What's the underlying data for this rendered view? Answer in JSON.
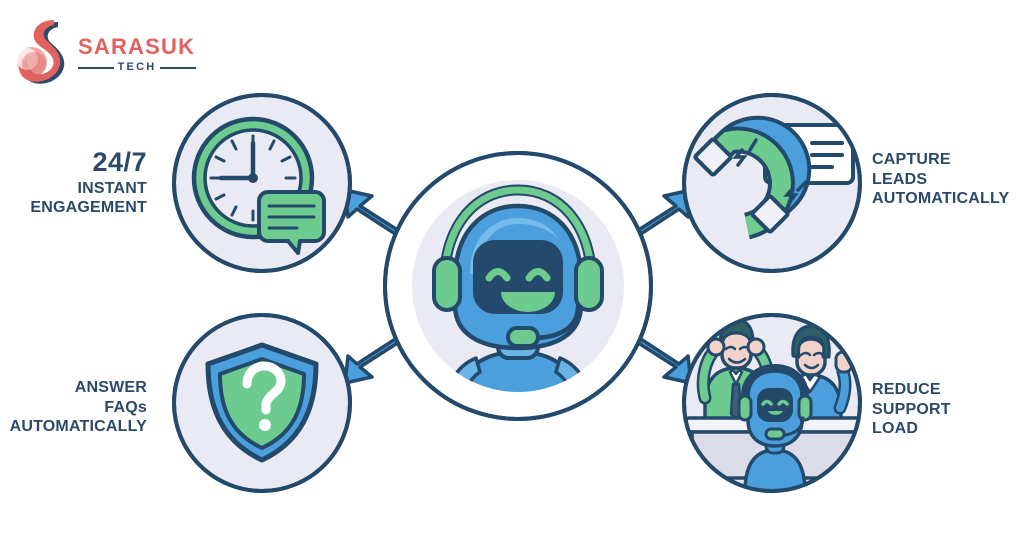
{
  "brand": {
    "name": "SARASUK",
    "sub": "TECH",
    "mark": "swan-s-logo",
    "color_primary": "#e0635f",
    "color_secondary": "#2d4a6b"
  },
  "palette": {
    "navy": "#234a6b",
    "navy_dark": "#1d3c5c",
    "blue": "#4a9fdc",
    "blue_dark": "#3b8ccb",
    "green": "#6ecb8f",
    "green_dark": "#58b87b",
    "lavender": "#eaeaf4",
    "white": "#ffffff",
    "text": "#2b4a69",
    "skin": "#f2d3cc",
    "hair": "#2f5f66"
  },
  "center": {
    "name": "chatbot-avatar",
    "description": "smiling robot with headset",
    "ring_color": "#ffffff",
    "inner_fill": "#eaeaf4",
    "border": "#234a6b"
  },
  "arrows": [
    {
      "name": "arrow-top-left",
      "direction": "up-left"
    },
    {
      "name": "arrow-top-right",
      "direction": "up-right"
    },
    {
      "name": "arrow-bottom-left",
      "direction": "down-left"
    },
    {
      "name": "arrow-bottom-right",
      "direction": "down-right"
    }
  ],
  "features": [
    {
      "id": "instant-engagement",
      "position": "top-left",
      "icon": "clock-chat-icon",
      "icon_description": "clock with speech bubble",
      "headline": "24/7",
      "line1": "INSTANT",
      "line2": "ENGAGEMENT",
      "align": "right"
    },
    {
      "id": "capture-leads",
      "position": "top-right",
      "icon": "magnet-contact-card-icon",
      "icon_description": "magnet attracting a contact card",
      "line1": "CAPTURE",
      "line2": "LEADS",
      "line3": "AUTOMATICALLY",
      "align": "left"
    },
    {
      "id": "answer-faqs",
      "position": "bottom-left",
      "icon": "shield-question-icon",
      "icon_description": "shield with question mark",
      "line1": "ANSWER",
      "line2": "FAQs",
      "line3": "AUTOMATICALLY",
      "align": "right"
    },
    {
      "id": "reduce-support-load",
      "position": "bottom-right",
      "icon": "stressed-team-robot-icon",
      "icon_description": "two overwhelmed support agents at a desk with a helper robot",
      "line1": "REDUCE",
      "line2": "SUPPORT",
      "line3": "LOAD",
      "align": "left"
    }
  ]
}
